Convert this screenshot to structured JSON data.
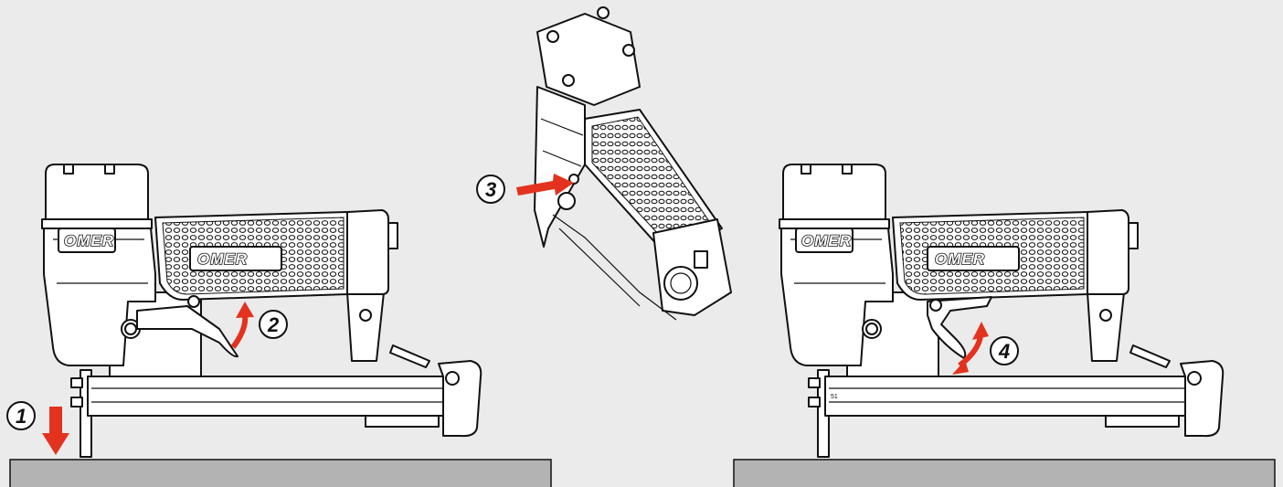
{
  "brand_text": "OMER",
  "magazine_stamp": "51",
  "steps": [
    {
      "number": "1",
      "description_icon": "arrow-down-icon"
    },
    {
      "number": "2",
      "description_icon": "arrow-up-curved-icon"
    },
    {
      "number": "3",
      "description_icon": "arrow-right-icon"
    },
    {
      "number": "4",
      "description_icon": "arrow-double-curved-icon"
    }
  ],
  "colors": {
    "background": "#ebebeb",
    "surface": "#b3b3b3",
    "arrow": "#e3331f",
    "line": "#111111",
    "tool_fill": "#ffffff"
  }
}
